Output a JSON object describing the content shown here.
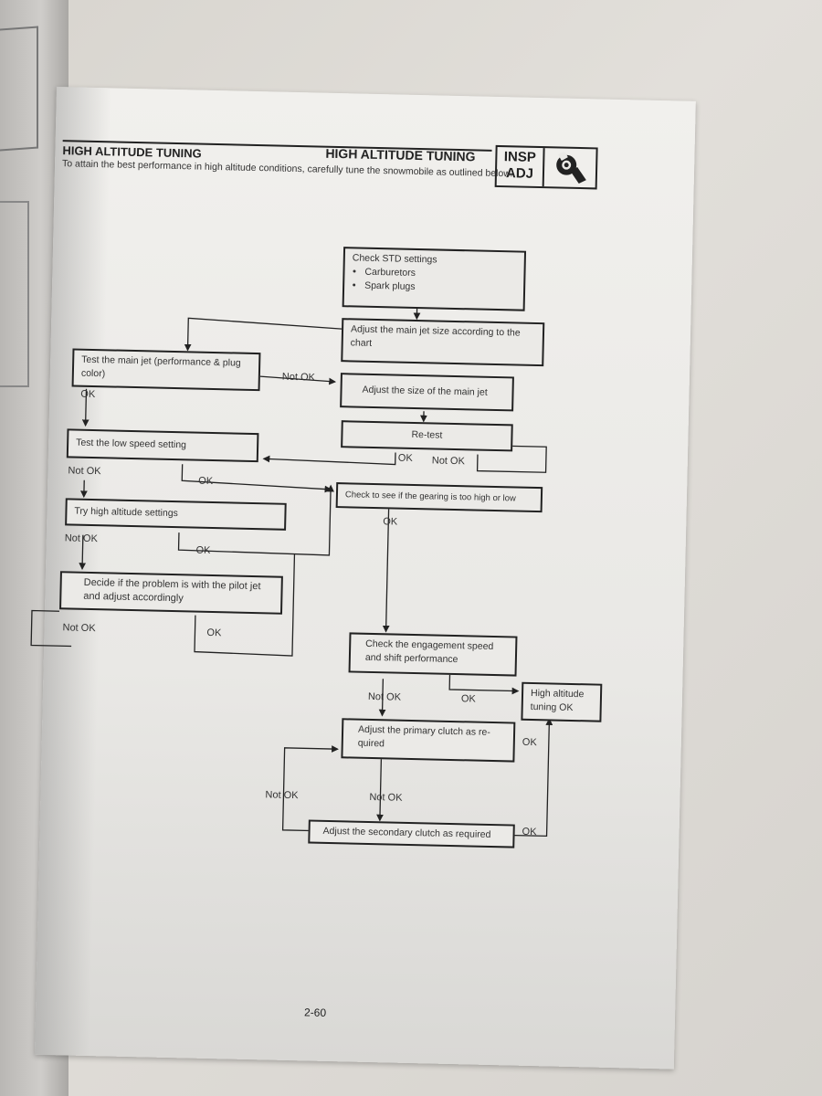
{
  "header": {
    "section_title_left": "HIGH ALTITUDE TUNING",
    "section_title_right": "HIGH ALTITUDE TUNING",
    "badge_line1": "INSP",
    "badge_line2": "ADJ",
    "badge_icon": "wrench-icon"
  },
  "intro": "To attain the best performance in high altitude conditions, carefully tune the snowmobile as outlined below.",
  "flowchart": {
    "boxes": {
      "check_std": {
        "title": "Check STD settings",
        "bullets": [
          "Carburetors",
          "Spark plugs"
        ]
      },
      "adjust_main_jet_chart": "Adjust the main jet size according to the chart",
      "test_main_jet": "Test the main jet (performance & plug color)",
      "adjust_main_jet_size": "Adjust the size of the main jet",
      "retest": "Re-test",
      "test_low_speed": "Test the low speed setting",
      "check_gearing": "Check to see if the gearing is too high or low",
      "try_high_altitude": "Try high altitude settings",
      "decide_pilot_jet": "Decide if the problem is with the pilot jet and adjust accordingly",
      "check_engagement": "Check the engagement speed and shift performance",
      "high_altitude_ok": "High altitude tuning OK",
      "adjust_primary_clutch": "Adjust the primary clutch as re-quired",
      "adjust_secondary_clutch": "Adjust the secondary clutch as required"
    },
    "labels": {
      "ok": "OK",
      "not_ok": "Not OK"
    }
  },
  "page_number": "2-60"
}
